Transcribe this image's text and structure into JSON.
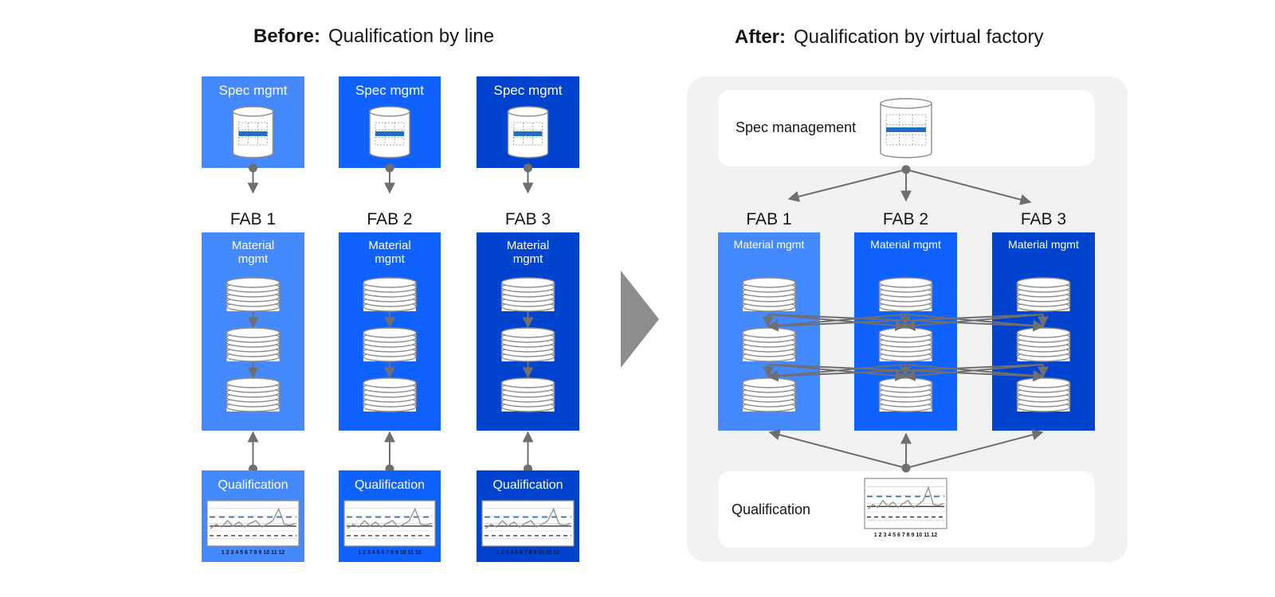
{
  "before": {
    "title_bold": "Before:",
    "title_rest": "Qualification by line",
    "spec_label": "Spec mgmt",
    "material_line1": "Material",
    "material_line2": "mgmt",
    "qualification_label": "Qualification",
    "fabs": [
      "FAB 1",
      "FAB 2",
      "FAB 3"
    ]
  },
  "after": {
    "title_bold": "After:",
    "title_rest": "Qualification by virtual factory",
    "spec_label": "Spec management",
    "material_label": "Material mgmt",
    "qualification_label": "Qualification",
    "fabs": [
      "FAB 1",
      "FAB 2",
      "FAB 3"
    ]
  },
  "chart_axis_labels": "1 2 3 4 5 6 7 8 9 10 11 12",
  "colors": {
    "fab1": "#4589ff",
    "fab2": "#0f62fe",
    "fab3": "#0043ce",
    "panel_bg": "#f2f2f2",
    "connector": "#6f6f6f",
    "transition_arrow": "#8d8d8d"
  }
}
